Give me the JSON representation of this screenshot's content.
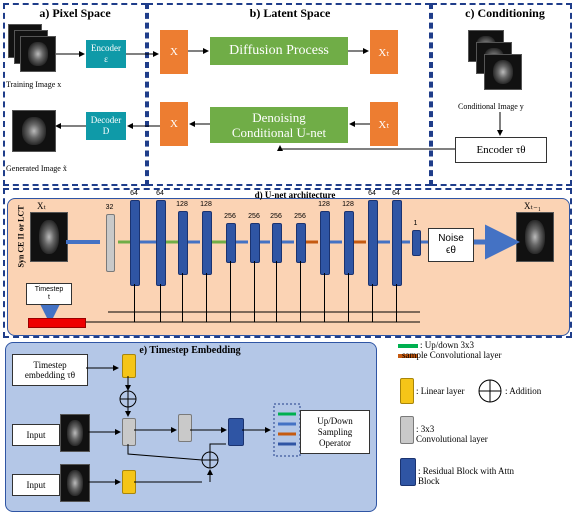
{
  "panels": {
    "pixel_space": "a) Pixel Space",
    "latent_space": "b) Latent Space",
    "conditioning": "c) Conditioning",
    "unet": "d) U-net architecture",
    "timestep_embedding": "e) Timestep Embedding"
  },
  "pixel": {
    "encoder_line1": "Encoder",
    "encoder_line2": "ε",
    "decoder_line1": "Decoder",
    "decoder_line2": "D",
    "training_caption": "Training Image x",
    "generated_caption": "Generated Image x̃"
  },
  "latent": {
    "x_top": "X",
    "xt_top": "Xₜ",
    "diffusion": "Diffusion Process",
    "x_bottom": "X",
    "xt_bottom": "Xₜ",
    "denoise_line1": "Denoising",
    "denoise_line2": "Conditional U-net"
  },
  "conditioning": {
    "caption": "Conditional Image y",
    "encoder": "Encoder τθ"
  },
  "unet": {
    "input_label": "Xₜ",
    "output_label": "Xₜ₋₁",
    "side_label": "Syn CE II or LCT",
    "channels": [
      "32",
      "64",
      "64",
      "128",
      "128",
      "256",
      "256",
      "256",
      "256",
      "128",
      "128",
      "64",
      "64",
      "1"
    ],
    "noise_line1": "Noise",
    "noise_line2": "ϵθ",
    "timestep_line1": "Timestep",
    "timestep_line2": "t"
  },
  "embedding": {
    "timestep_emb_line1": "Timestep",
    "timestep_emb_line2": "embedding τθ",
    "input1": "Input",
    "input2": "Input",
    "sampling_line1": "Up/Down",
    "sampling_line2": "Sampling",
    "sampling_line3": "Operator"
  },
  "legend": {
    "updown_line1": ": Up/down 3x3",
    "updown_line2": "sample Convolutional layer",
    "linear": ": Linear layer",
    "addition": ": Addition",
    "conv_line1": ": 3x3",
    "conv_line2": "Convolutional layer",
    "resblock_line1": ": Residual Block with Attn",
    "resblock_line2": "Block"
  },
  "colors": {
    "orange": "#ed7d31",
    "green": "#70ad47",
    "teal": "#0f9aa8",
    "unet_bg": "#fbd3b4",
    "embed_bg": "#b4c7e7",
    "blue_block": "#2f55a4",
    "dash": "#1f3d8a"
  }
}
